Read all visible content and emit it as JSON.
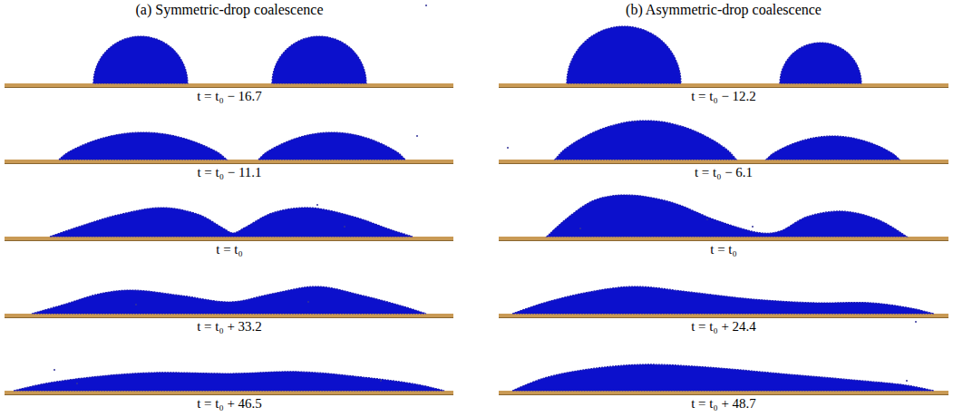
{
  "diagram": {
    "labels": [
      "(a) Symmetric-drop coalescence",
      "(b) Asymmetric-drop coalescence",
      "t = t₀ − 16.7",
      "t = t₀ − 11.1",
      "t = t₀",
      "t = t₀ + 33.2",
      "t = t₀ + 46.5",
      "t = t₀ − 12.2",
      "t = t₀ − 6.1",
      "t = t₀",
      "t = t₀ + 24.4",
      "t = t₀ + 48.7"
    ]
  }
}
